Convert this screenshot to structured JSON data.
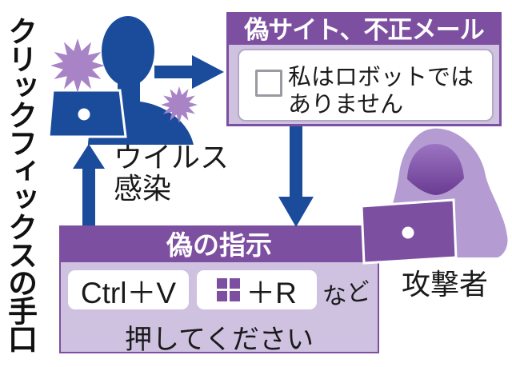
{
  "page": {
    "title_vertical": "クリックフィックスの手口"
  },
  "colors": {
    "blue": "#1b4c9c",
    "purple": "#7d4fa0",
    "panel_light": "#cfc2e1",
    "starburst": "#a883c6",
    "hood": "#b49bd2",
    "hood_shadow": "#6a3b92"
  },
  "fake_site": {
    "header": "偽サイト、不正メール",
    "captcha_line1": "私はロボットでは",
    "captcha_line2": "ありません",
    "checkbox_state": "unchecked"
  },
  "virus_label": {
    "line1": "ウイルス",
    "line2": "感染"
  },
  "fake_instruction": {
    "header": "偽の指示",
    "key1": "Ctrl＋V",
    "key2_icon": "windows-logo-icon",
    "key2_suffix": "＋R",
    "etc": "など",
    "instruction": "押してください"
  },
  "attacker_label": "攻撃者"
}
